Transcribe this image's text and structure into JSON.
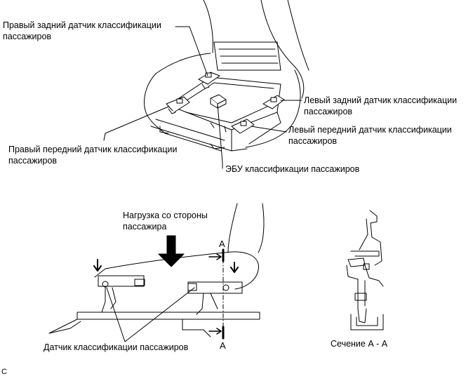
{
  "labels": {
    "right_rear_sensor": "Правый задний датчик классификации\nпассажиров",
    "left_rear_sensor": "Левый задний датчик классификации\nпассажиров",
    "left_front_sensor": "Левый передний датчик классификации\nпассажиров",
    "right_front_sensor": "Правый передний датчик классификации\nпассажиров",
    "ecu": "ЭБУ классификации пассажиров",
    "passenger_load": "Нагрузка со стороны\nпассажира",
    "sensor": "Датчик классификации пассажиров",
    "section_letter_top": "A",
    "section_letter_bottom": "A",
    "section_caption": "Сечение А - А",
    "figure_code": "C"
  }
}
